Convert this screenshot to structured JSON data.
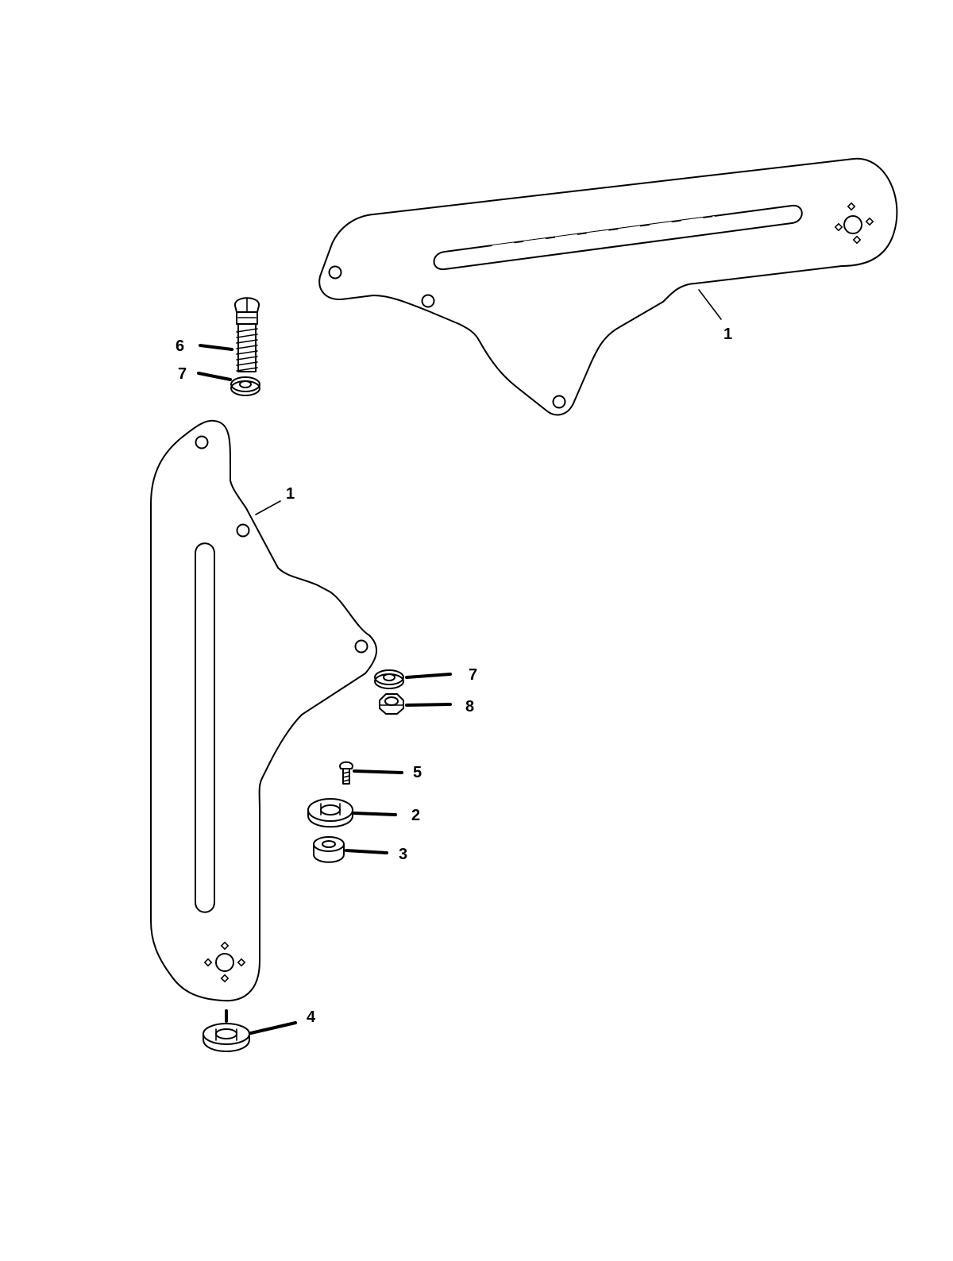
{
  "diagram": {
    "callouts": [
      {
        "id": "upper-plate",
        "number": "1"
      },
      {
        "id": "lower-plate",
        "number": "1"
      },
      {
        "id": "bolt",
        "number": "6"
      },
      {
        "id": "washer-upper",
        "number": "7"
      },
      {
        "id": "washer-right",
        "number": "7"
      },
      {
        "id": "nut",
        "number": "8"
      },
      {
        "id": "screw",
        "number": "5"
      },
      {
        "id": "flange-bushing",
        "number": "2"
      },
      {
        "id": "spacer",
        "number": "3"
      },
      {
        "id": "flange-nut",
        "number": "4"
      }
    ]
  }
}
